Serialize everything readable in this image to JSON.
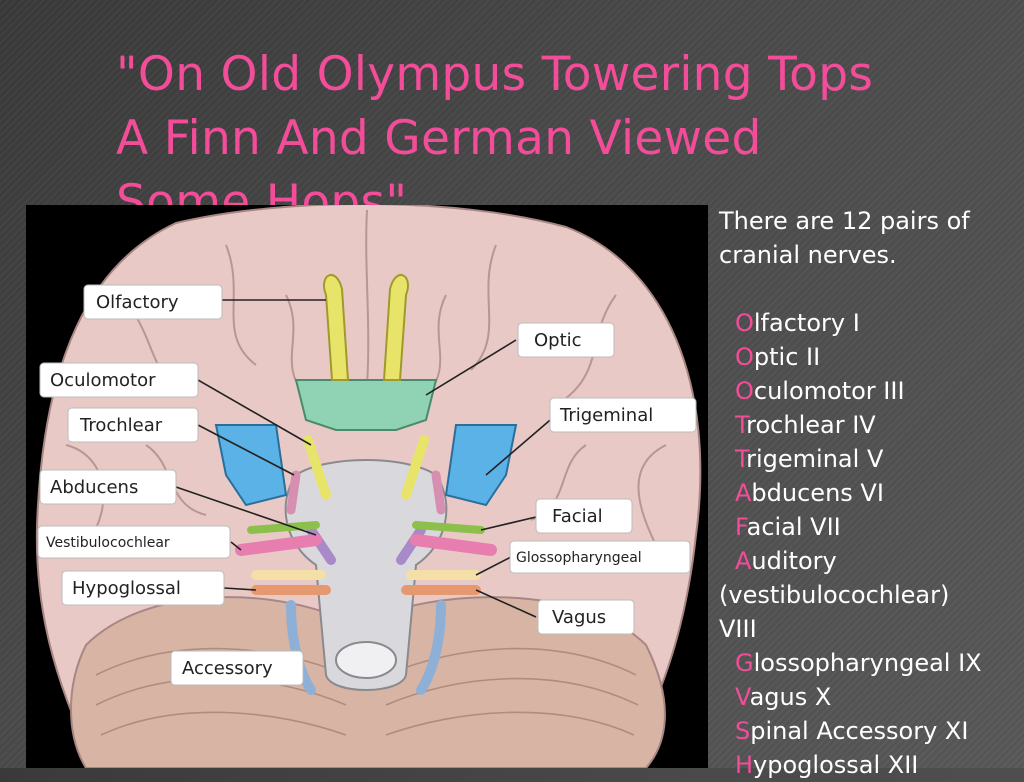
{
  "colors": {
    "accent": "#f34d9a",
    "text": "#ffffff",
    "background": "#4a4a4a"
  },
  "title": {
    "lines": [
      "\"On Old Olympus Towering Tops",
      "A Finn And German Viewed",
      "Some Hops\""
    ]
  },
  "figure": {
    "labels": {
      "olfactory": "Olfactory",
      "optic": "Optic",
      "oculomotor": "Oculomotor",
      "trochlear": "Trochlear",
      "trigeminal": "Trigeminal",
      "abducens": "Abducens",
      "facial": "Facial",
      "vestibulocochlear": "Vestibulocochlear",
      "glossopharyngeal": "Glossopharyngeal",
      "hypoglossal": "Hypoglossal",
      "vagus": "Vagus",
      "accessory": "Accessory"
    }
  },
  "side": {
    "intro": "There are 12 pairs of cranial nerves.",
    "nerves": [
      {
        "first": "O",
        "rest": "lfactory I",
        "indent": true
      },
      {
        "first": "O",
        "rest": "ptic II",
        "indent": true
      },
      {
        "first": "O",
        "rest": "culomotor III",
        "indent": true
      },
      {
        "first": "T",
        "rest": "rochlear IV",
        "indent": true
      },
      {
        "first": "T",
        "rest": "rigeminal V",
        "indent": true
      },
      {
        "first": "A",
        "rest": "bducens VI",
        "indent": true
      },
      {
        "first": "F",
        "rest": "acial VII",
        "indent": true
      },
      {
        "first": "A",
        "rest": "uditory",
        "indent": true
      },
      {
        "first": "",
        "rest": "(vestibulocochlear)",
        "indent": false
      },
      {
        "first": "",
        "rest": "VIII",
        "indent": false
      },
      {
        "first": "G",
        "rest": "lossopharyngeal IX",
        "indent": true
      },
      {
        "first": "V",
        "rest": "agus X",
        "indent": true
      },
      {
        "first": "S",
        "rest": "pinal Accessory XI",
        "indent": true
      },
      {
        "first": "H",
        "rest": "ypoglossal XII",
        "indent": true
      }
    ]
  }
}
